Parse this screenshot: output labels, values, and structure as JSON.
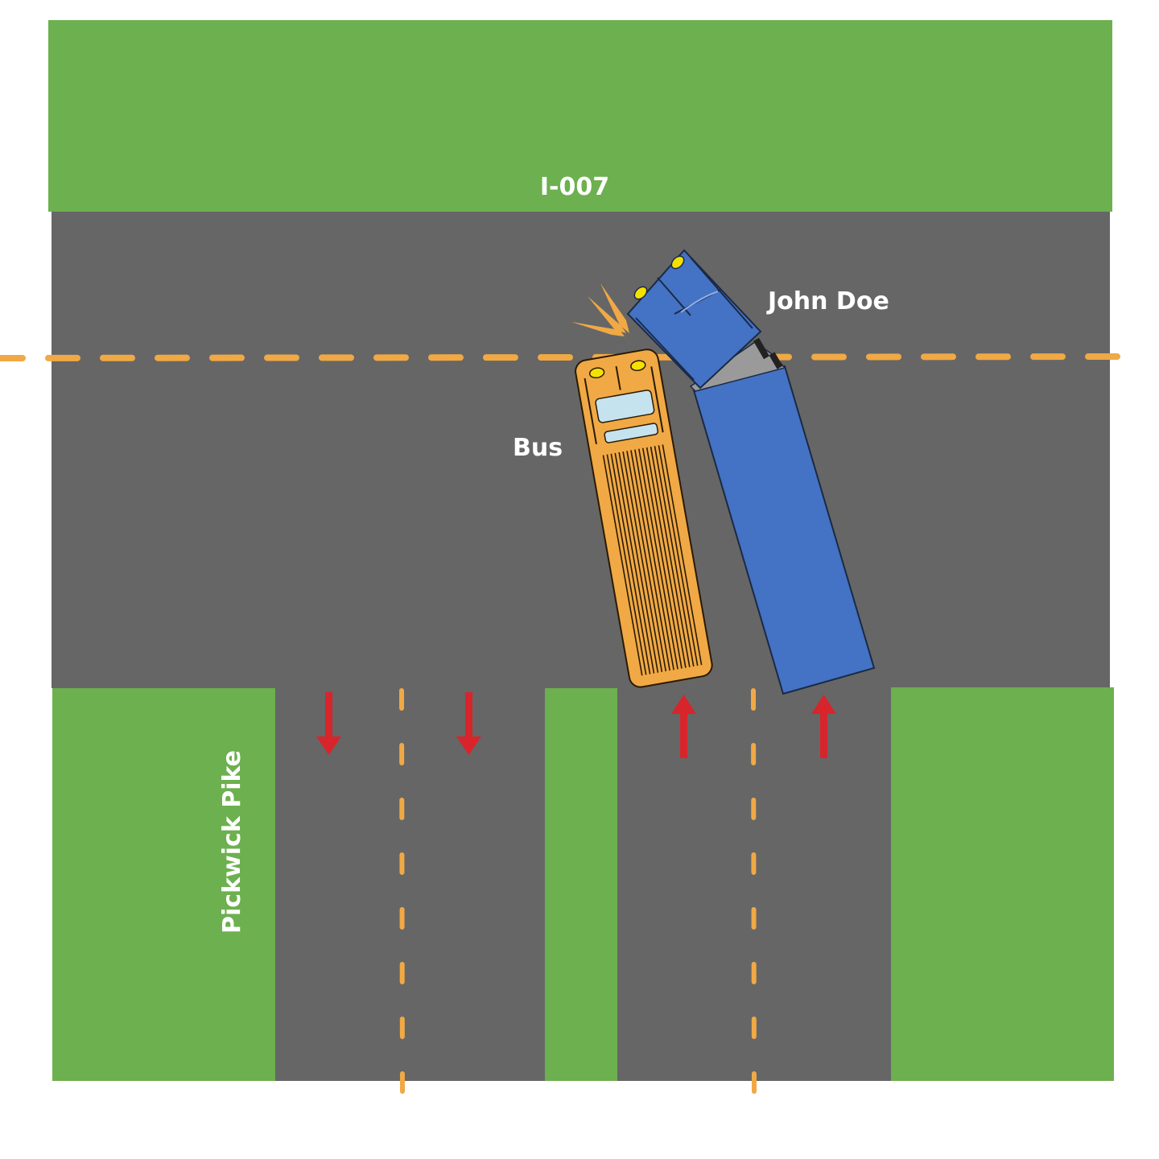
{
  "diagram": {
    "type": "traffic-accident-scene",
    "colors": {
      "grass": "#6cb04f",
      "road": "#666666",
      "lane_marking": "#f0a945",
      "direction_arrow": "#d8242b",
      "bus_body": "#f0a945",
      "truck_body": "#4472c4",
      "label_text": "#ffffff"
    },
    "roads": [
      {
        "name": "I-007",
        "orientation": "horizontal"
      },
      {
        "name": "Pickwick Pike",
        "orientation": "vertical"
      }
    ],
    "vehicles": [
      {
        "label": "Bus",
        "kind": "school-bus",
        "color": "#f0a945"
      },
      {
        "label": "John Doe",
        "kind": "semi-truck",
        "color": "#4472c4"
      }
    ],
    "arrows": [
      {
        "direction": "down",
        "lane": "southbound-1"
      },
      {
        "direction": "down",
        "lane": "southbound-2"
      },
      {
        "direction": "up",
        "lane": "northbound-1"
      },
      {
        "direction": "up",
        "lane": "northbound-2"
      }
    ],
    "impact_marker": "collision-burst"
  },
  "labels": {
    "highway": "I-007",
    "side_road": "Pickwick Pike",
    "bus": "Bus",
    "truck": "John Doe"
  }
}
